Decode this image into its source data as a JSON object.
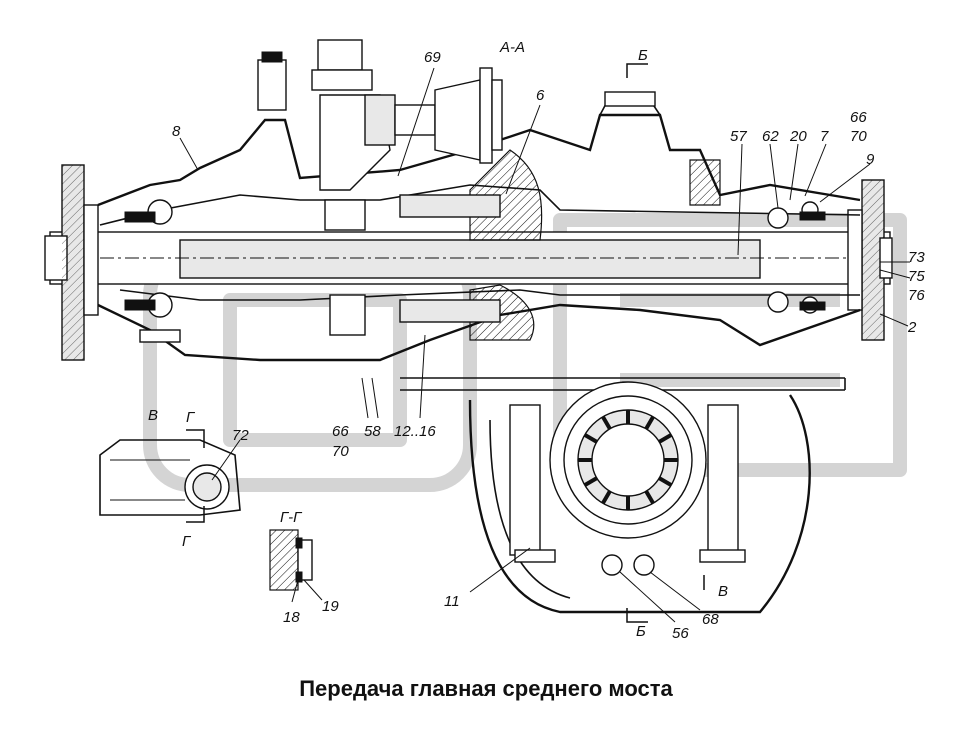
{
  "caption": "Передача главная среднего моста",
  "section_labels": {
    "aa": "А-А",
    "b_top": "Б",
    "b_bottom": "Б",
    "v_left": "В",
    "v_right": "В",
    "g_top": "Г",
    "g_bottom": "Г",
    "gg": "Г-Г"
  },
  "callouts": {
    "c69": "69",
    "c8": "8",
    "c6": "6",
    "c57": "57",
    "c62": "62",
    "c20": "20",
    "c7": "7",
    "c66a": "66",
    "c70a": "70",
    "c9": "9",
    "c73": "73",
    "c75": "75",
    "c76": "76",
    "c2": "2",
    "c66b": "66",
    "c70b": "70",
    "c58": "58",
    "c12_16": "12..16",
    "c72": "72",
    "c11": "11",
    "c56": "56",
    "c68": "68",
    "c18": "18",
    "c19": "19"
  },
  "colors": {
    "ink": "#111111",
    "watermark": "#d9d9d9",
    "hatch": "#e8e8e8"
  }
}
